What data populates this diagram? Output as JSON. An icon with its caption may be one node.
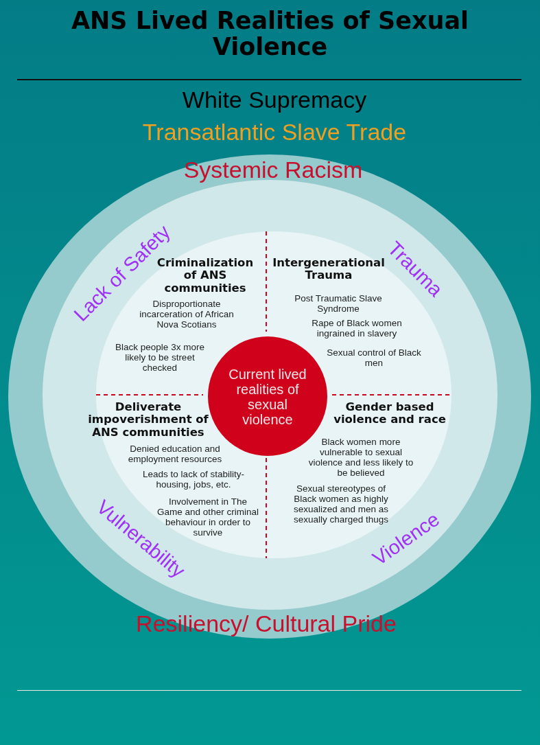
{
  "diagram": {
    "title": "ANS Lived Realities of Sexual Violence",
    "nodes": [
      {
        "text": [
          "Systemic Racism",
          "Resiliency/ Cultural Pride"
        ]
      },
      {
        "text": [],
        "shape": "circle",
        "in": 0
      },
      {
        "text": [],
        "shape": "circle",
        "in": 1
      },
      {
        "text": [
          "Criminalization of ANS communities",
          "Disproportionate incarceration of African Nova Scotians",
          "Black people 3x more likely to be street checked"
        ],
        "in": 2
      },
      {
        "text": [
          "Intergenerational Trauma",
          "Post Traumatic Slave Syndrome",
          "Rape of Black women ingrained in slavery",
          "Sexual control of Black men"
        ],
        "in": 2
      },
      {
        "text": [
          "Deliverate impoverishment of ANS communities",
          "Denied education and employment resources",
          "Leads to lack of stability- housing, jobs, etc.",
          "Involvement in The Game and other criminal behaviour in order to survive"
        ],
        "in": 2
      },
      {
        "text": [
          "Gender based violence and race",
          "Black women more vulnerable to sexual violence and less likely to be believed",
          "Sexual stereotypes of Black women as highly sexualized and men as sexually charged thugs"
        ],
        "in": 2
      },
      {
        "text": [
          "Current lived realities of sexual violence"
        ],
        "in": 2
      }
    ],
    "labels": [
      "White Supremacy",
      "Transatlantic Slave Trade",
      "Lack of Safety",
      "Trauma",
      "Vulnerability",
      "Violence"
    ]
  }
}
